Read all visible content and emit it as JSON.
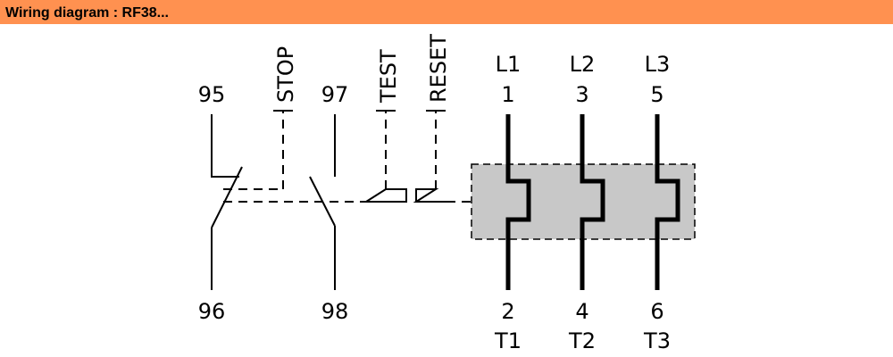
{
  "header": {
    "title": "Wiring diagram : RF38..."
  },
  "colors": {
    "header_bg": "#ff9150",
    "relay_fill": "#c8c8c8",
    "line": "#000000"
  },
  "aux_contacts": {
    "nc_top": "95",
    "nc_bottom": "96",
    "no_top": "97",
    "no_bottom": "98"
  },
  "controls": {
    "stop": "STOP",
    "test": "TEST",
    "reset": "RESET"
  },
  "poles": [
    {
      "line": "L1",
      "in": "1",
      "out": "2",
      "load": "T1"
    },
    {
      "line": "L2",
      "in": "3",
      "out": "4",
      "load": "T2"
    },
    {
      "line": "L3",
      "in": "5",
      "out": "6",
      "load": "T3"
    }
  ]
}
